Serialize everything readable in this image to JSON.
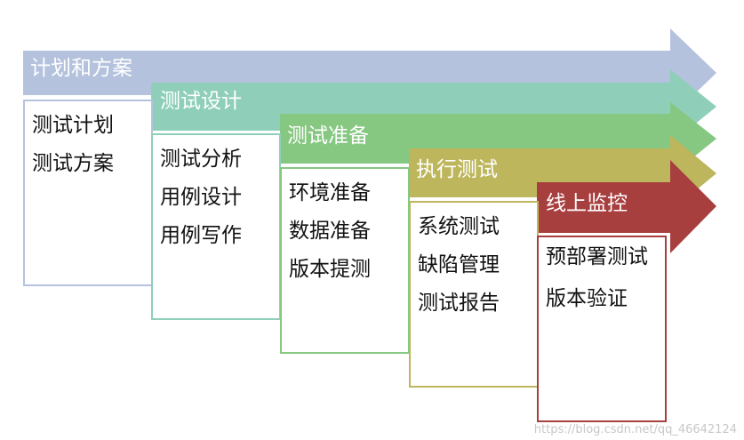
{
  "colors": {
    "plan": "#b4c2dd",
    "design": "#8fcfb9",
    "prepare": "#86c782",
    "execute": "#bdb65c",
    "online": "#a83f3f",
    "text": "#111111"
  },
  "phases": [
    {
      "title": "计划和方案",
      "items": [
        "测试计划",
        "测试方案"
      ]
    },
    {
      "title": "测试设计",
      "items": [
        "测试分析",
        "用例设计",
        "用例写作"
      ]
    },
    {
      "title": "测试准备",
      "items": [
        "环境准备",
        "数据准备",
        "版本提测"
      ]
    },
    {
      "title": "执行测试",
      "items": [
        "系统测试",
        "缺陷管理",
        "测试报告"
      ]
    },
    {
      "title": "线上监控",
      "items": [
        "预部署测试",
        "版本验证"
      ]
    }
  ],
  "watermark": "https://blog.csdn.net/qq_46642124"
}
